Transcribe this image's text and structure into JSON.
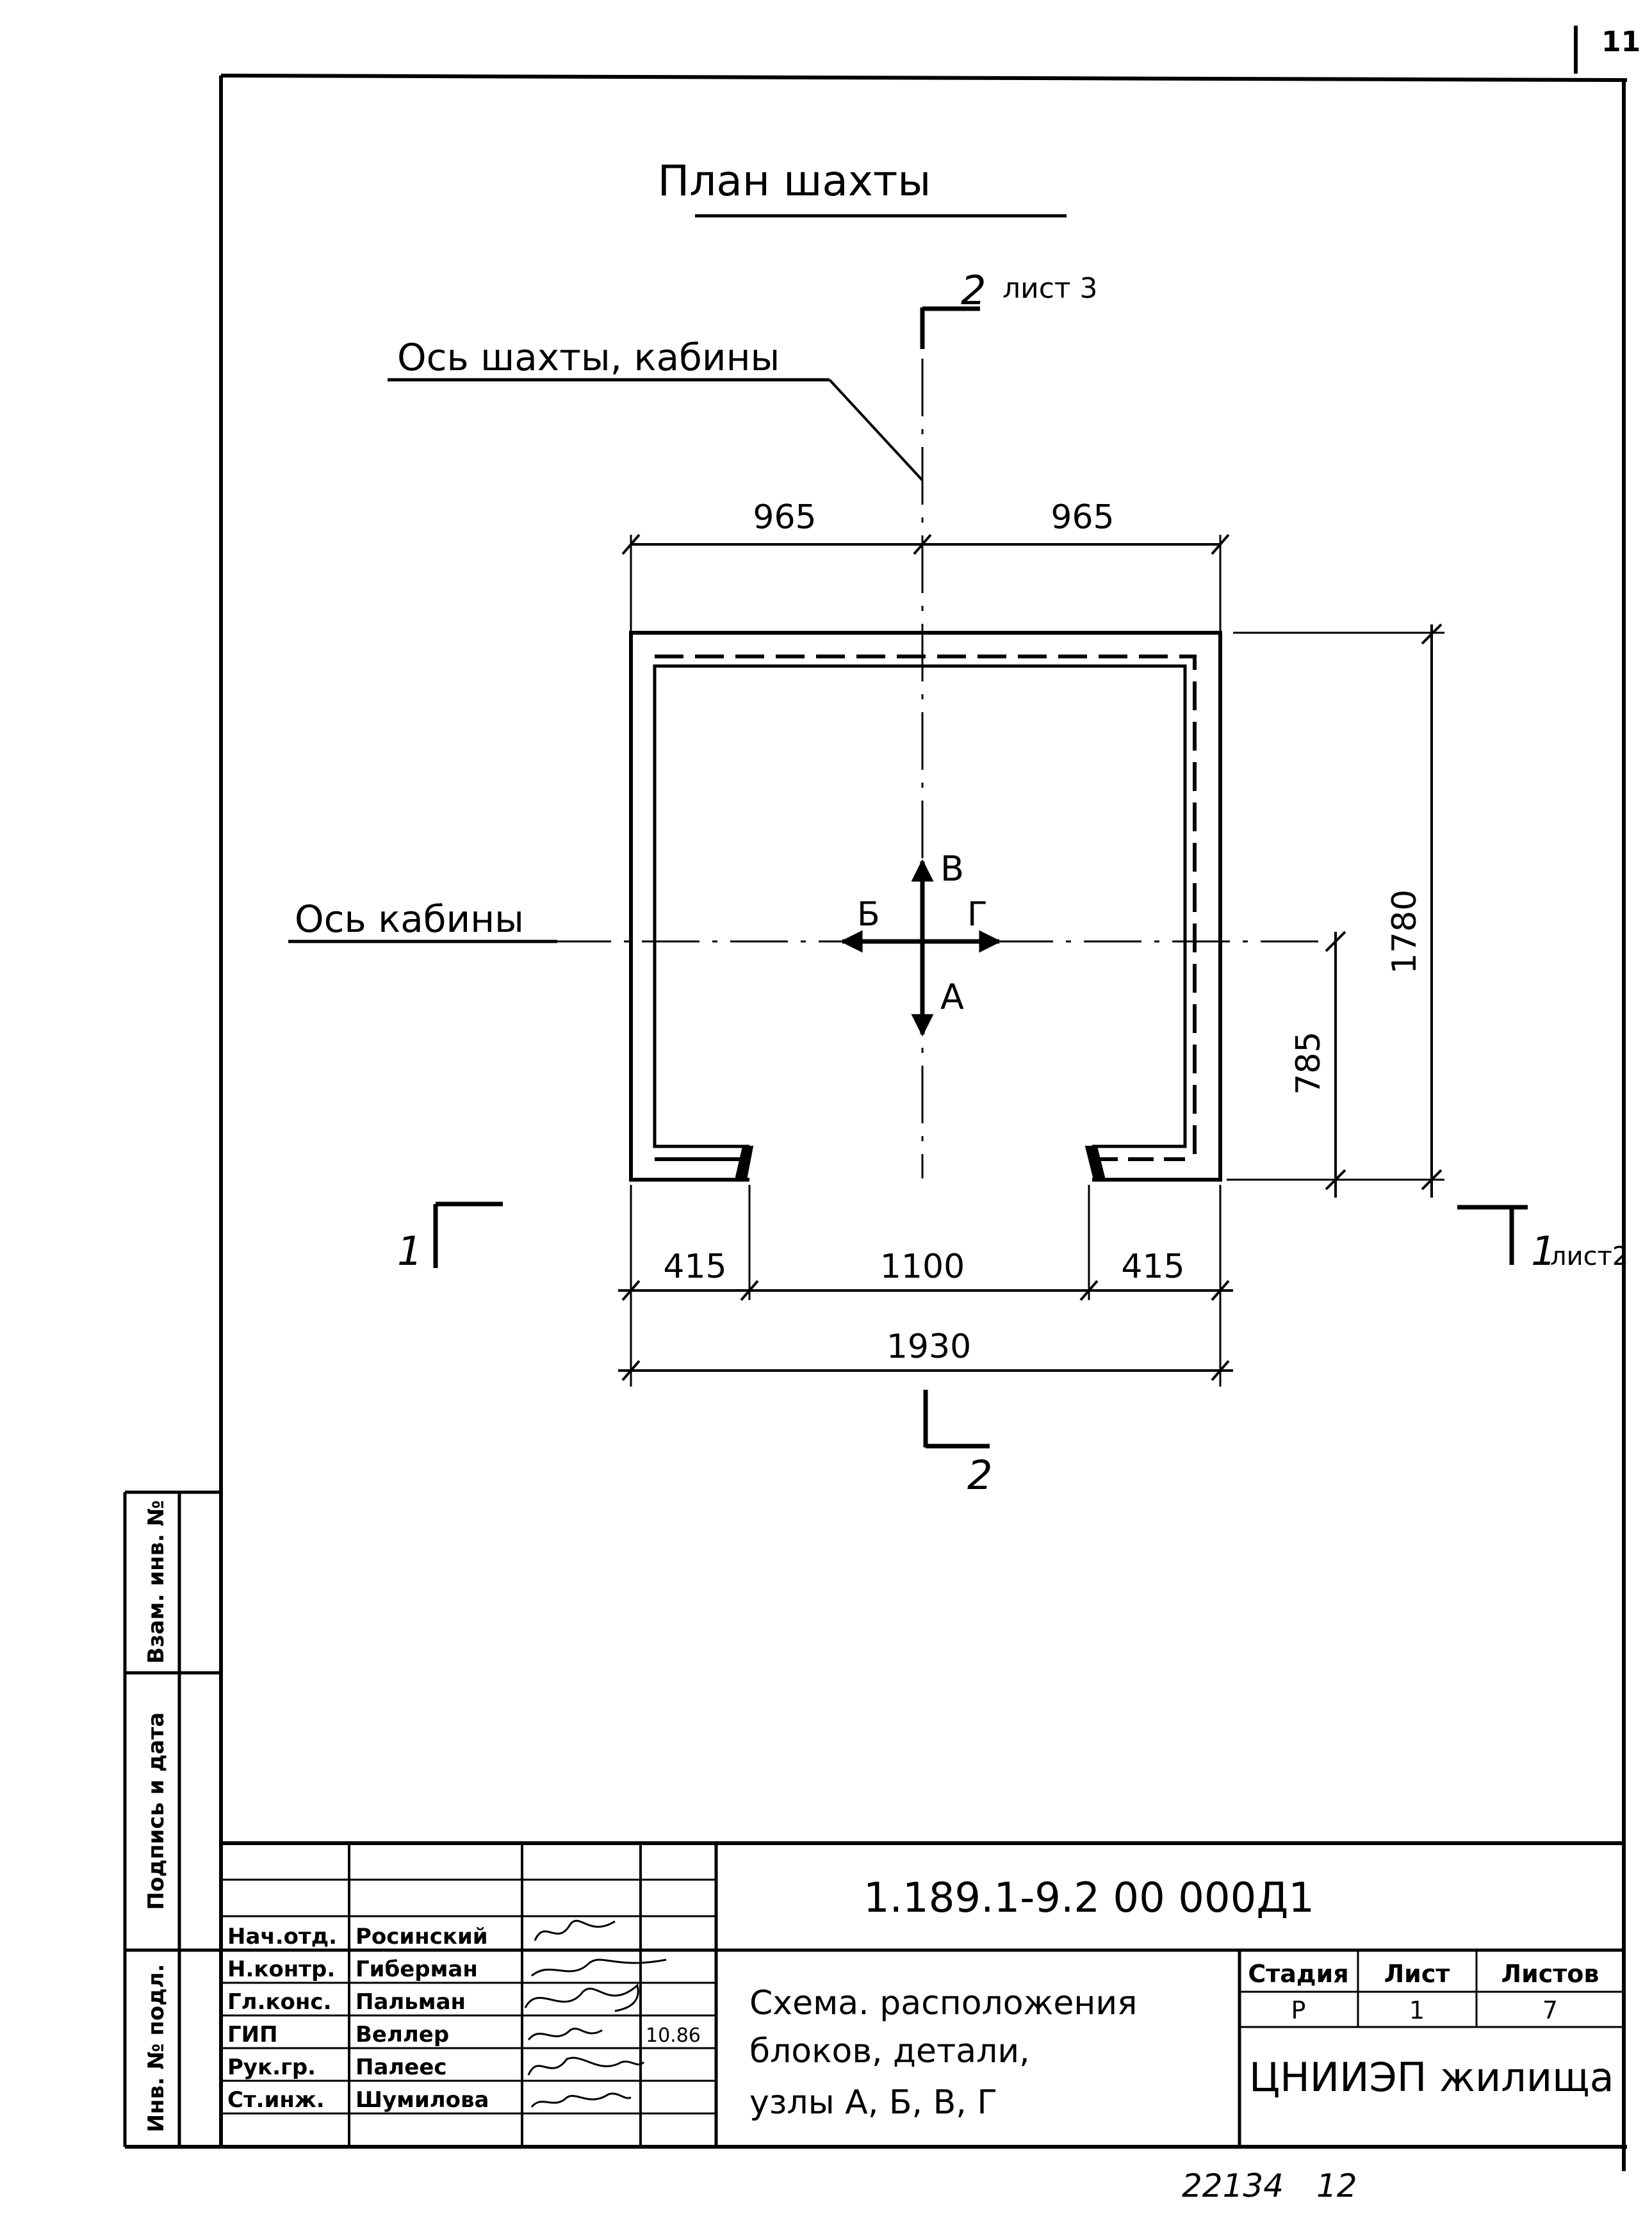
{
  "sheet_corner_number": "11",
  "drawing": {
    "title": "План шахты",
    "shaft_axis_label": "Ось шахты, кабины",
    "cabin_axis_label": "Ось кабины",
    "section_2_top": {
      "number": "2",
      "sheet_ref": "лист 3"
    },
    "section_2_bottom": {
      "number": "2"
    },
    "section_1_left": {
      "number": "1"
    },
    "section_1_right": {
      "number": "1",
      "sheet_ref": "лист2"
    },
    "directions": {
      "up": "В",
      "left": "Б",
      "right": "Г",
      "down": "А"
    },
    "dimensions": {
      "top_left": "965",
      "top_right": "965",
      "height_total": "1780",
      "height_to_axis": "785",
      "bottom_left": "415",
      "door_opening": "1100",
      "bottom_right": "415",
      "width_total": "1930"
    }
  },
  "margin_stamp": {
    "swap_inv": "Взам. инв. №",
    "signature_date": "Подпись и дата",
    "inv_original": "Инв. № подл."
  },
  "title_block": {
    "designation": "1.189.1-9.2      00 000Д1",
    "rows": [
      {
        "role": "Нач.отд.",
        "name": "Росинский",
        "date": ""
      },
      {
        "role": "Н.контр.",
        "name": "Гиберман",
        "date": ""
      },
      {
        "role": "Гл.конс.",
        "name": "Пальман",
        "date": ""
      },
      {
        "role": "ГИП",
        "name": "Веллер",
        "date": "10.86"
      },
      {
        "role": "Рук.гр.",
        "name": "Палеес",
        "date": ""
      },
      {
        "role": "Ст.инж.",
        "name": "Шумилова",
        "date": ""
      }
    ],
    "title_line1": "Схема. расположения",
    "title_line2": "блоков, детали,",
    "title_line3": "узлы  А, Б, В, Г",
    "stage_header": "Стадия",
    "sheet_header": "Лист",
    "sheets_header": "Листов",
    "stage_value": "Р",
    "sheet_value": "1",
    "sheets_value": "7",
    "organization": "ЦНИИЭП жилища"
  },
  "footer": {
    "number": "22134",
    "page": "12"
  }
}
